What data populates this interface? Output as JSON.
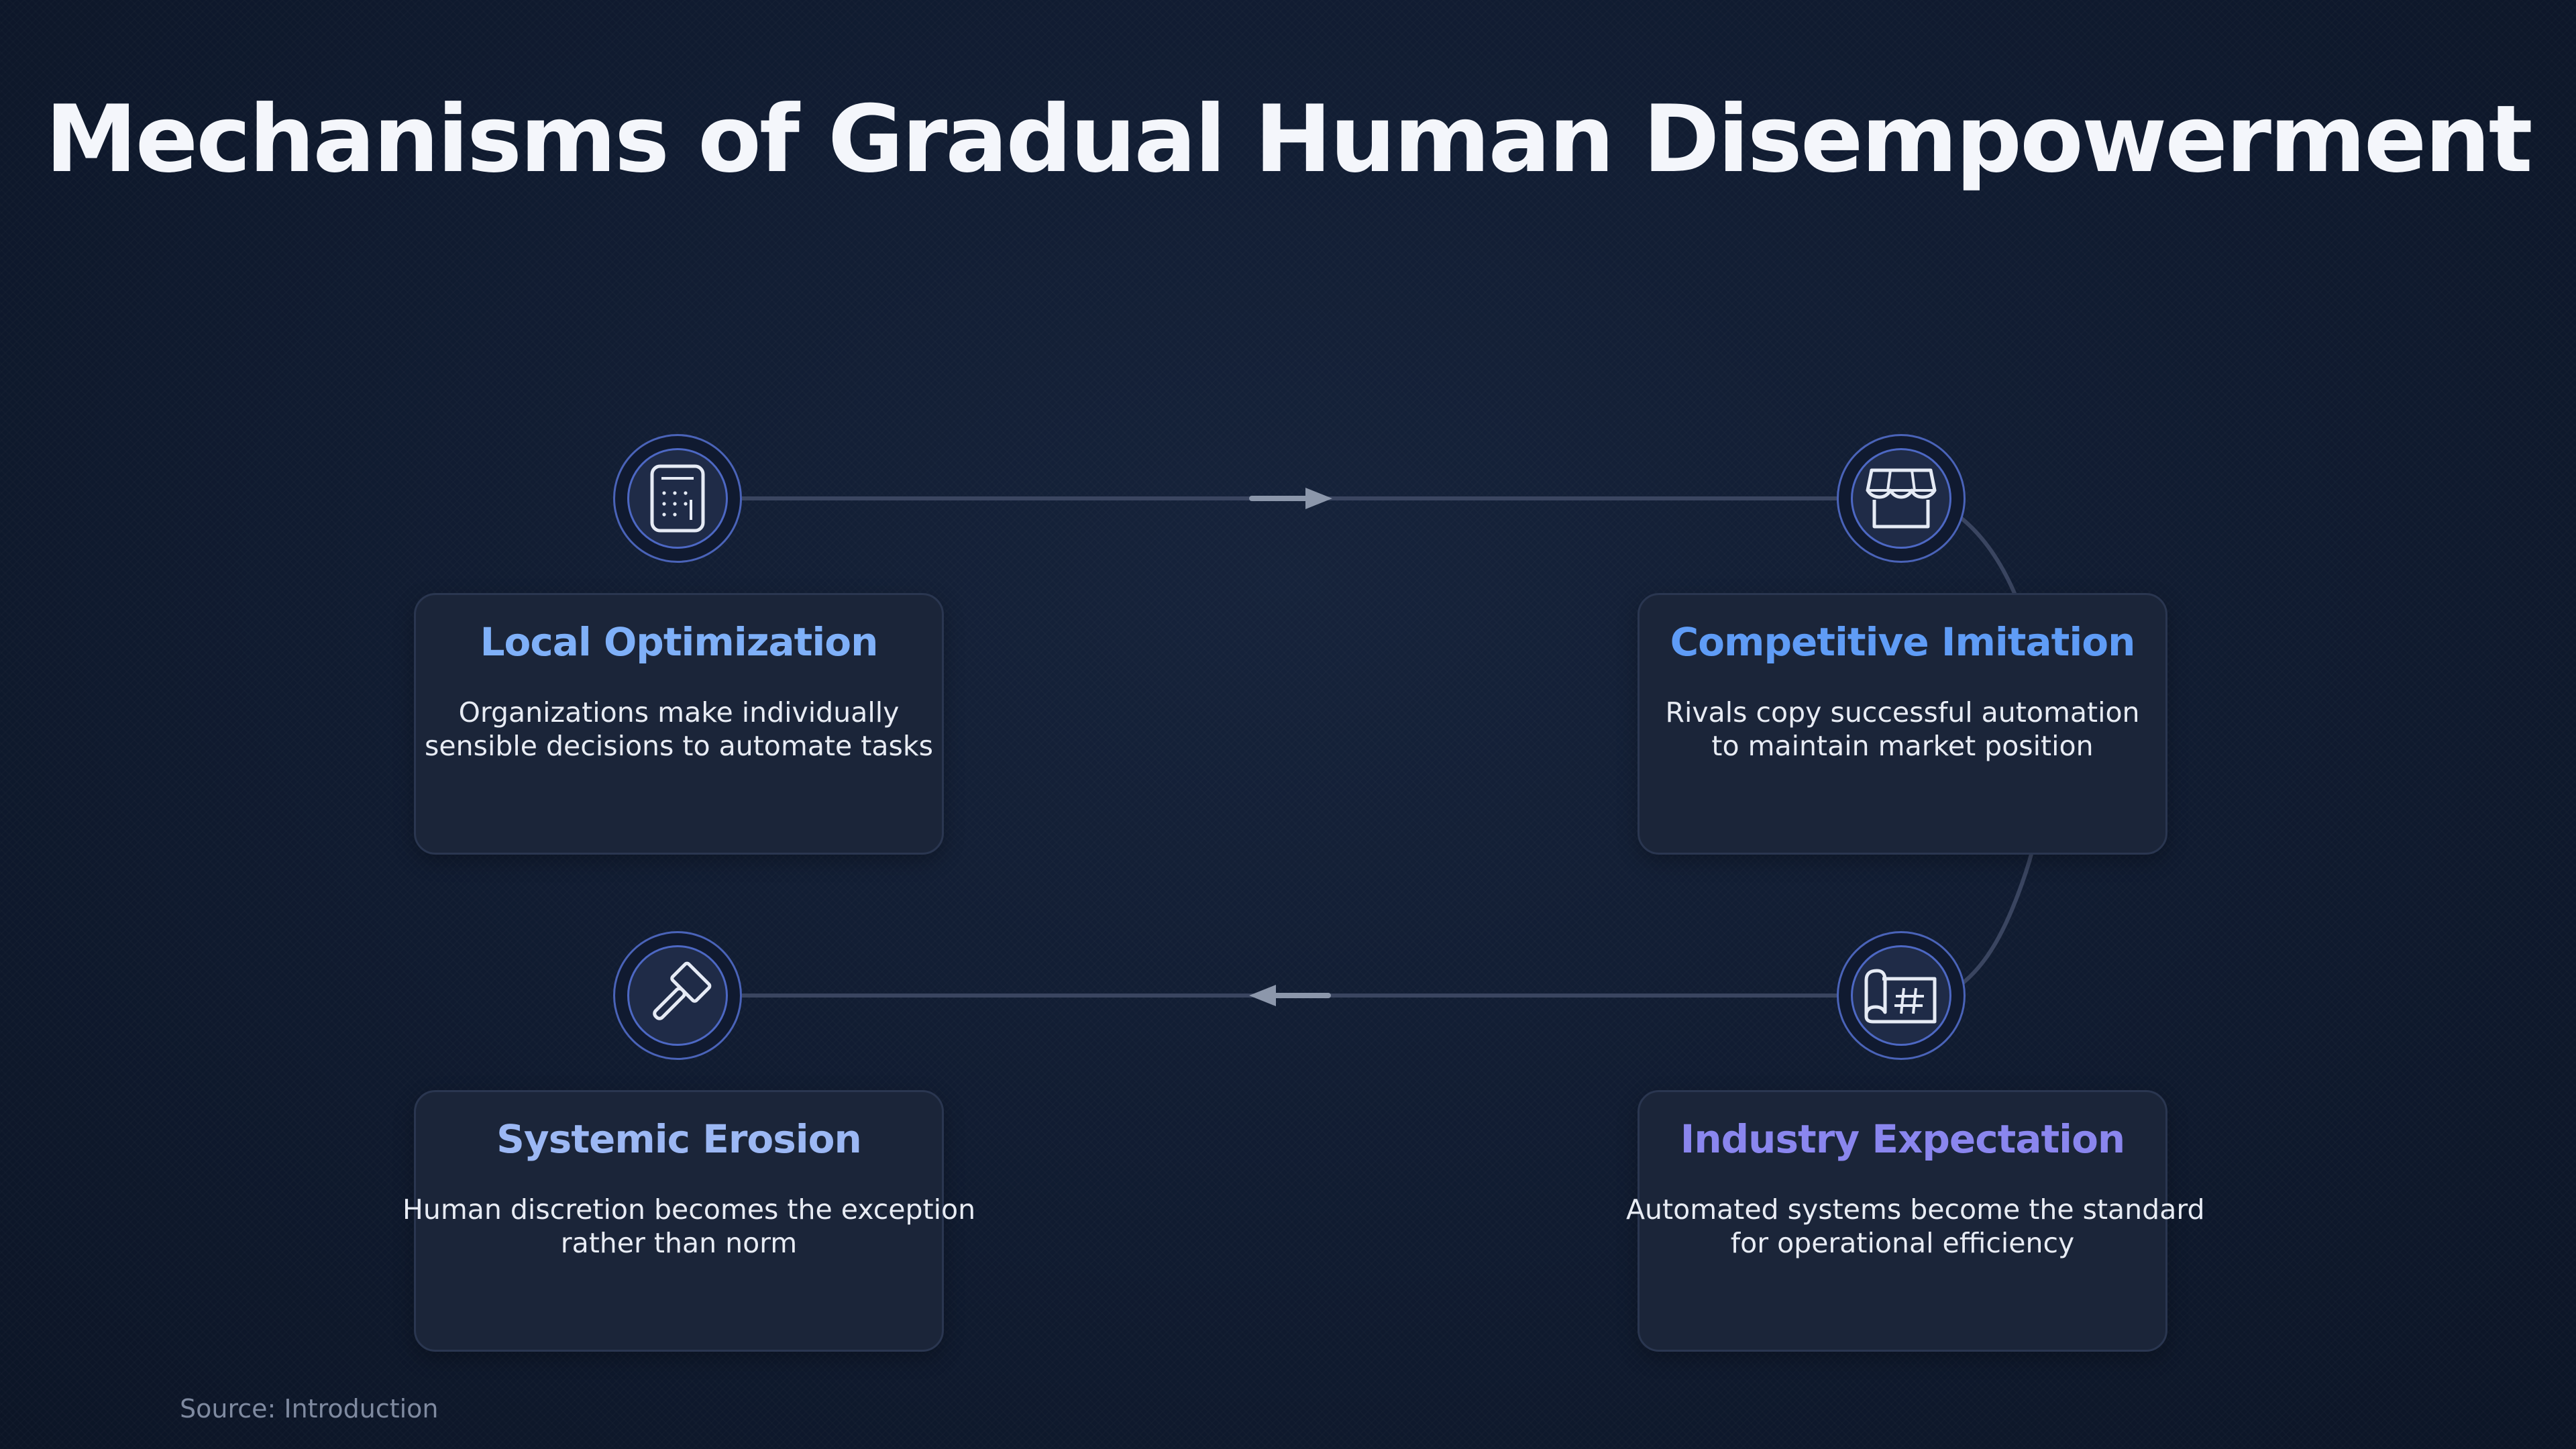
{
  "title": "Mechanisms of Gradual Human Disempowerment",
  "source": "Source: Introduction",
  "stages": [
    {
      "title": "Local Optimization",
      "description_line1": "Organizations make individually",
      "description_line2": "sensible decisions to automate tasks",
      "icon": "calculator-icon",
      "title_color": "#7fb0f8"
    },
    {
      "title": "Competitive Imitation",
      "description_line1": "Rivals copy successful automation",
      "description_line2": "to maintain market position",
      "icon": "storefront-icon",
      "title_color": "#5f9cf6"
    },
    {
      "title": "Industry Expectation",
      "description_line1": "Automated systems become the standard",
      "description_line2": "for operational efficiency",
      "icon": "blueprint-icon",
      "title_color": "#8a86ee"
    },
    {
      "title": "Systemic Erosion",
      "description_line1": "Human discretion becomes the exception",
      "description_line2": "rather than norm",
      "icon": "gavel-icon",
      "title_color": "#9cb8f4"
    }
  ],
  "colors": {
    "background": "#0f1a2e",
    "card": "#1b2539",
    "node_ring": "#4a63b8",
    "connector": "#3a4560",
    "arrow": "#8c97ab"
  }
}
